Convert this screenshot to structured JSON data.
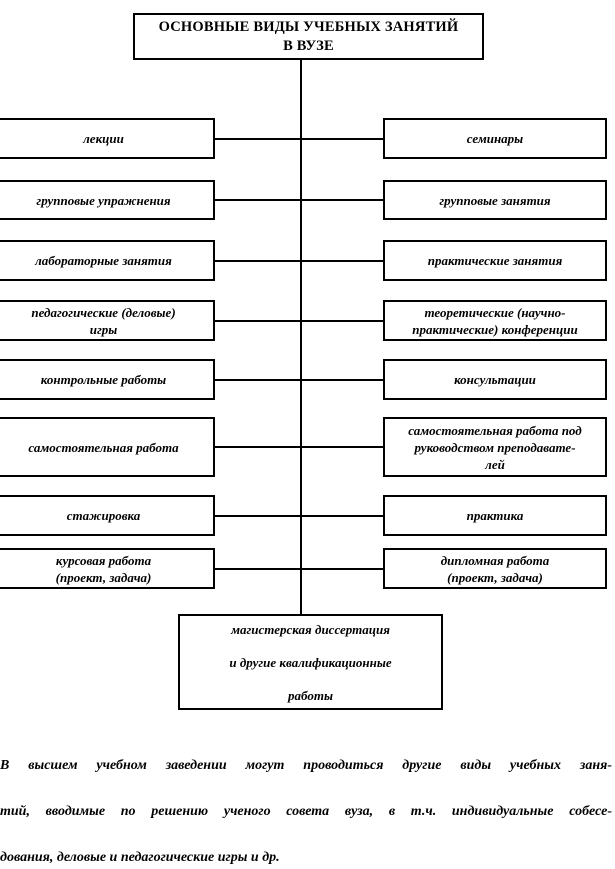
{
  "title": {
    "line1": "ОСНОВНЫЕ ВИДЫ УЧЕБНЫХ ЗАНЯТИЙ",
    "line2": "В  ВУЗЕ"
  },
  "colors": {
    "border": "#000000",
    "background": "#ffffff",
    "text": "#000000"
  },
  "rows": [
    {
      "left": {
        "line1": "лекции",
        "line2": "",
        "line3": ""
      },
      "right": {
        "line1": "семинары",
        "line2": "",
        "line3": ""
      }
    },
    {
      "left": {
        "line1": "групповые упражнения",
        "line2": "",
        "line3": ""
      },
      "right": {
        "line1": "групповые занятия",
        "line2": "",
        "line3": ""
      }
    },
    {
      "left": {
        "line1": "лабораторные занятия",
        "line2": "",
        "line3": ""
      },
      "right": {
        "line1": "практические занятия",
        "line2": "",
        "line3": ""
      }
    },
    {
      "left": {
        "line1": "педагогические (деловые)",
        "line2": "игры",
        "line3": ""
      },
      "right": {
        "line1": "теоретические (научно-",
        "line2": "практические) конференции",
        "line3": ""
      }
    },
    {
      "left": {
        "line1": "контрольные работы",
        "line2": "",
        "line3": ""
      },
      "right": {
        "line1": "консультации",
        "line2": "",
        "line3": ""
      }
    },
    {
      "left": {
        "line1": "самостоятельная работа",
        "line2": "",
        "line3": ""
      },
      "right": {
        "line1": "самостоятельная работа под",
        "line2": "руководством преподавате-",
        "line3": "лей"
      }
    },
    {
      "left": {
        "line1": "стажировка",
        "line2": "",
        "line3": ""
      },
      "right": {
        "line1": "практика",
        "line2": "",
        "line3": ""
      }
    },
    {
      "left": {
        "line1": "курсовая работа",
        "line2": "(проект, задача)",
        "line3": ""
      },
      "right": {
        "line1": "дипломная работа",
        "line2": "(проект, задача)",
        "line3": ""
      }
    }
  ],
  "bottom": {
    "line1": "магистерская диссертация",
    "line2": "и другие квалификационные",
    "line3": "работы"
  },
  "footer": {
    "line1": "В высшем учебном заведении могут проводиться другие виды учебных заня-",
    "line2": "тий, вводимые по решению ученого совета вуза, в т.ч. индивидуальные собесе-",
    "line3": "дования, деловые и педагогические игры и др."
  }
}
